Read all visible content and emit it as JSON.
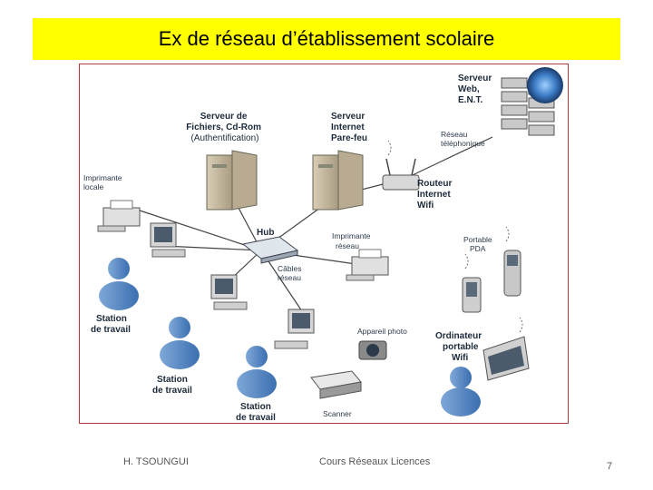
{
  "title": "Ex de réseau d’établissement scolaire",
  "colors": {
    "title_background": "#ffff00",
    "frame_border": "#b53a3a"
  },
  "diagram": {
    "labels": {
      "file_server": [
        "Serveur de",
        "Fichiers, Cd-Rom",
        "(Authentification)"
      ],
      "internet_server": [
        "Serveur",
        "Internet",
        "Pare-feu"
      ],
      "web_server": [
        "Serveur",
        "Web,",
        "E.N.T."
      ],
      "phone_network": [
        "Réseau",
        "téléphonique"
      ],
      "router": [
        "Routeur",
        "Internet",
        "Wifi"
      ],
      "local_printer": [
        "Imprimante",
        "locale"
      ],
      "hub": "Hub",
      "network_printer": [
        "Imprimante",
        "réseau"
      ],
      "cables": [
        "Câbles",
        "réseau"
      ],
      "pda": [
        "Portable",
        "PDA"
      ],
      "camera": "Appareil photo",
      "laptop": [
        "Ordinateur",
        "portable",
        "Wifi"
      ],
      "workstation_1": [
        "Station",
        "de travail"
      ],
      "workstation_2": [
        "Station",
        "de travail"
      ],
      "workstation_3": [
        "Station",
        "de travail"
      ],
      "scanner": "Scanner"
    },
    "icons": [
      "server-icon",
      "globe-icon",
      "router-icon",
      "printer-icon",
      "hub-icon",
      "computer-icon",
      "user-icon",
      "pda-icon",
      "phone-icon",
      "camera-icon",
      "laptop-icon",
      "scanner-icon"
    ]
  },
  "footer": {
    "author": "H. TSOUNGUI",
    "course": "Cours Réseaux Licences",
    "page_number": "7"
  }
}
